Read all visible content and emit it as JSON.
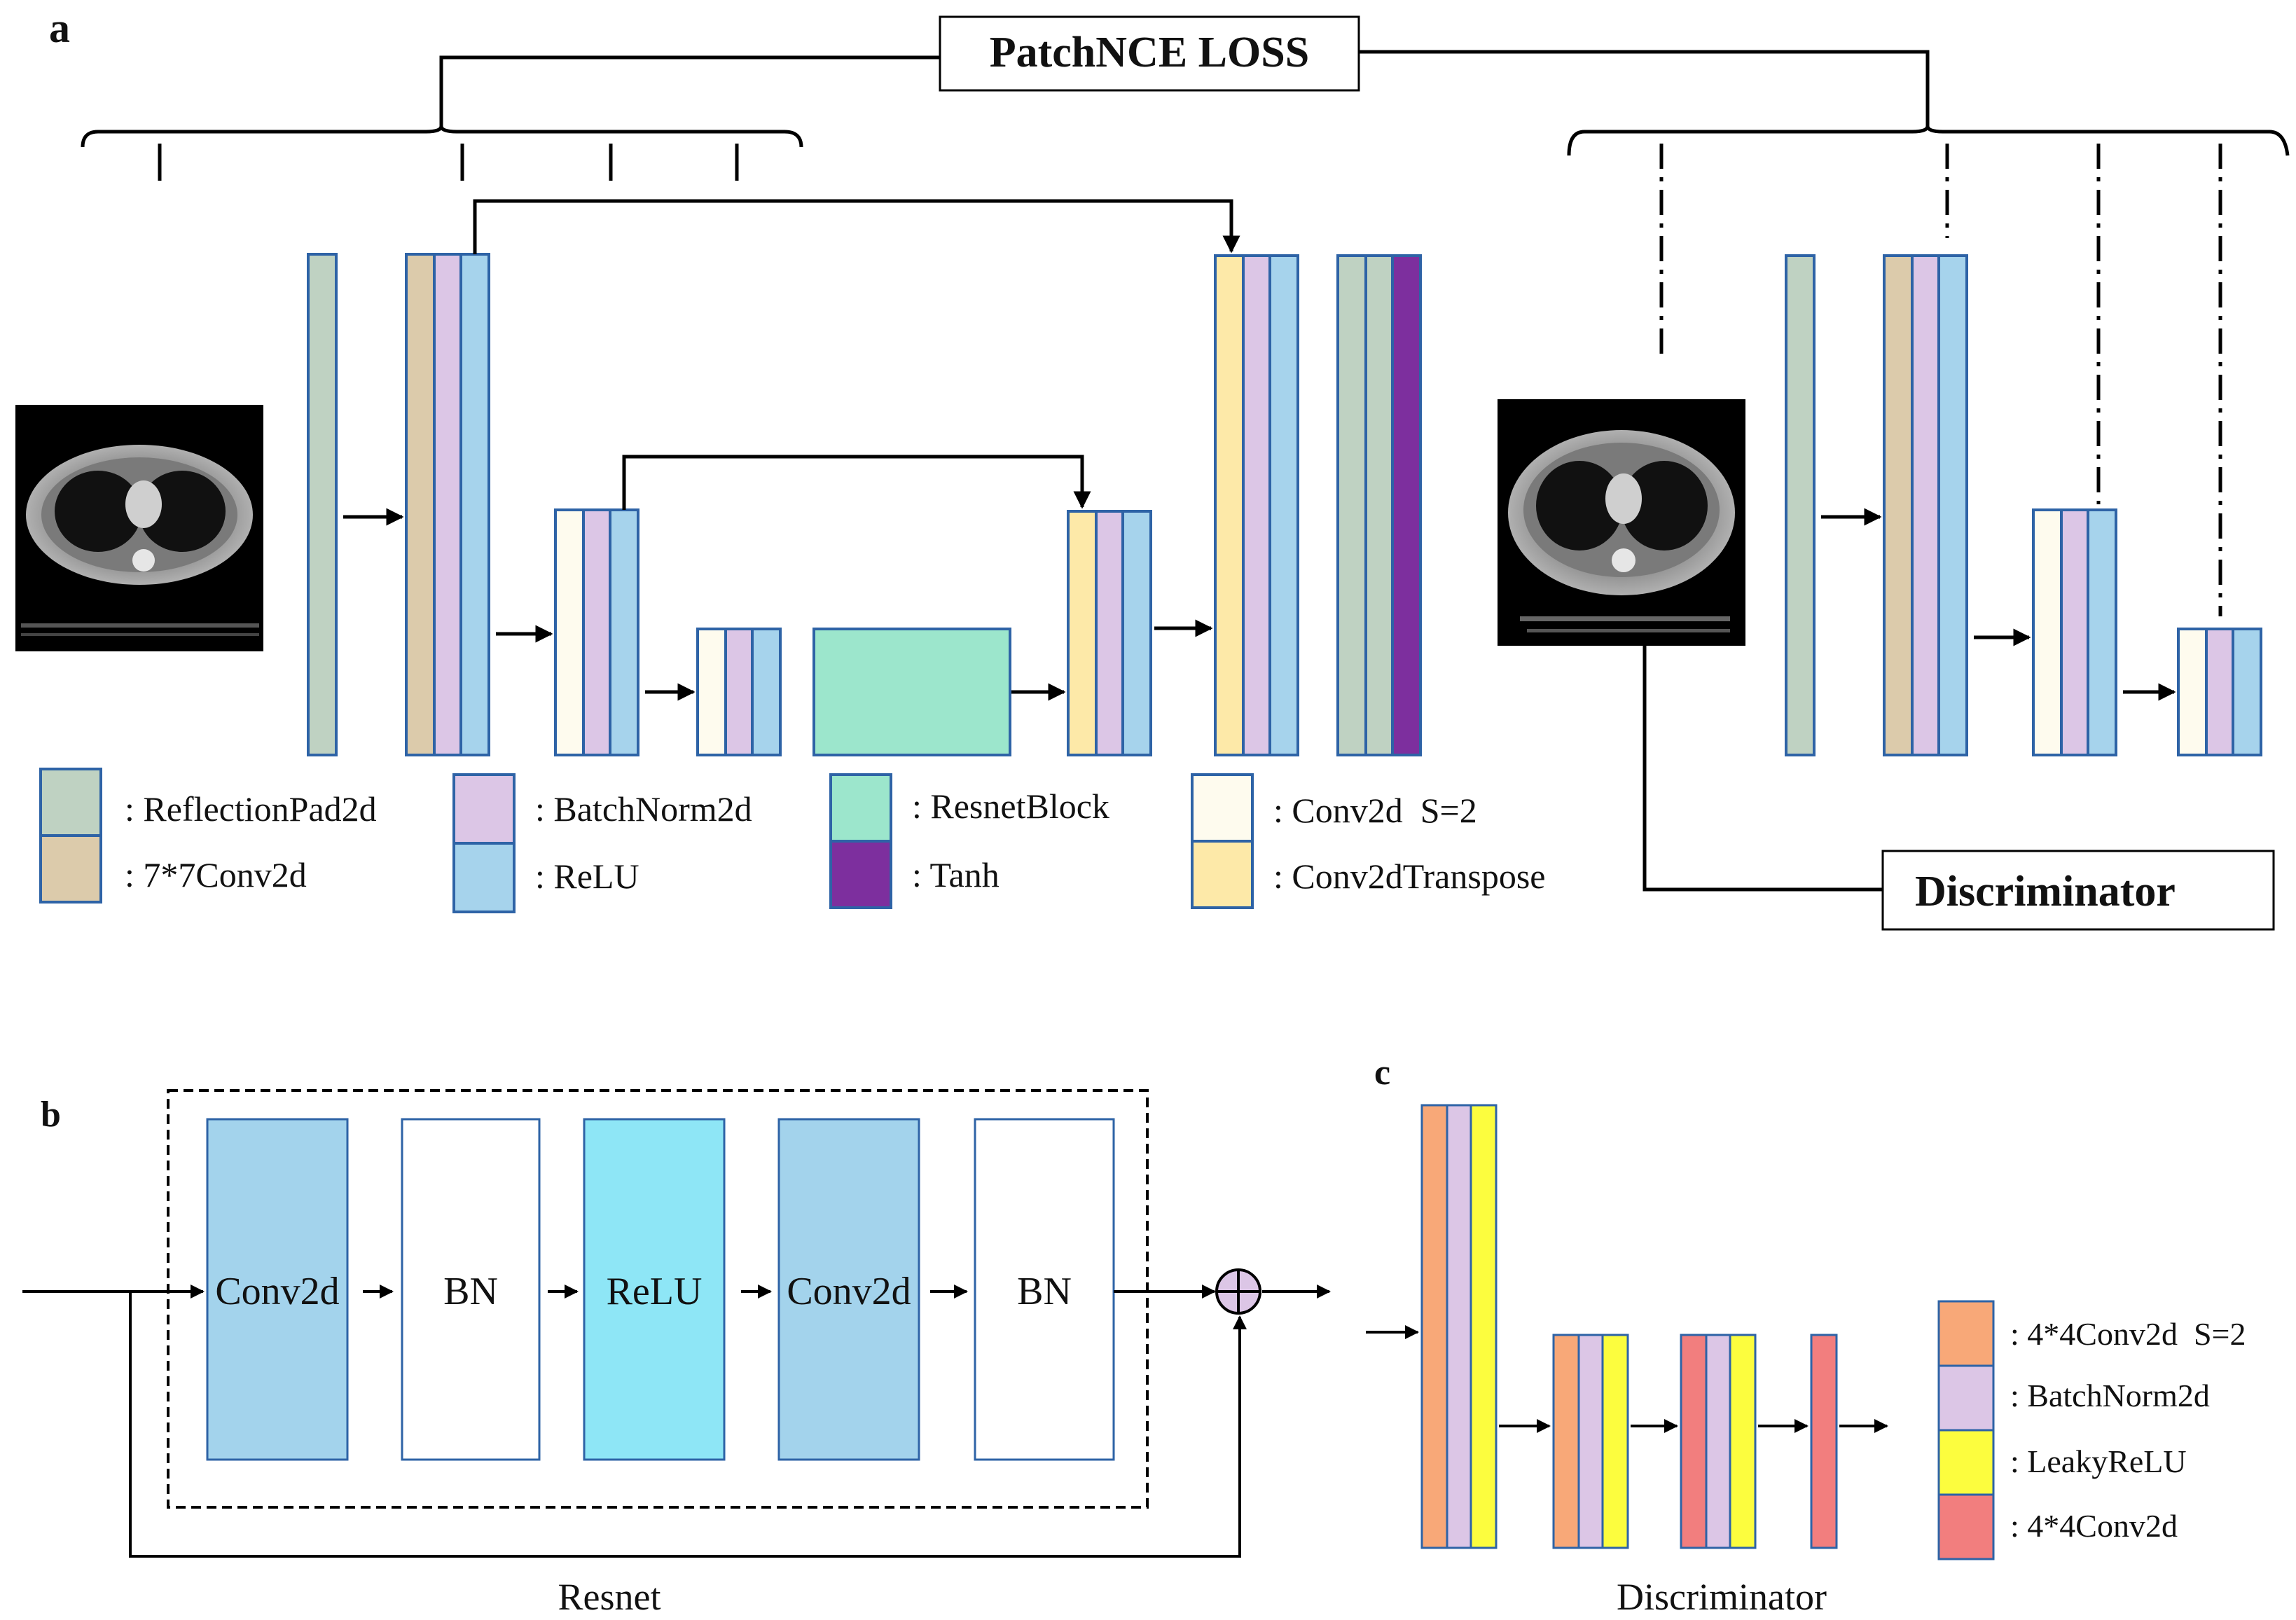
{
  "panel_a": {
    "label": "a",
    "loss_title": "PatchNCE LOSS",
    "discriminator_box": "Discriminator",
    "legend": {
      "reflection_pad": ": ReflectionPad2d",
      "conv7": ": 7*7Conv2d",
      "batchnorm": ": BatchNorm2d",
      "relu": ": ReLU",
      "resnet_block": ": ResnetBlock",
      "tanh": ": Tanh",
      "conv2d_s2": ": Conv2d  S=2",
      "conv2d_transpose": ": Conv2dTranspose"
    }
  },
  "panel_b": {
    "label": "b",
    "blocks": [
      "Conv2d",
      "BN",
      "ReLU",
      "Conv2d",
      "BN"
    ],
    "caption": "Resnet"
  },
  "panel_c": {
    "label": "c",
    "caption": "Discriminator",
    "legend": {
      "conv4_s2": ": 4*4Conv2d  S=2",
      "batchnorm": ": BatchNorm2d",
      "leaky_relu": ": LeakyReLU",
      "conv4": ": 4*4Conv2d"
    }
  },
  "colors": {
    "reflection_pad": "#bfd2c2",
    "conv7": "#dccbab",
    "batchnorm": "#dcc6e6",
    "relu": "#a6d3ec",
    "resnet_block": "#9ce6cc",
    "tanh": "#7d2f9e",
    "conv2d_s2": "#fefbee",
    "conv2d_transpose": "#fde9a8",
    "resnet_conv": "#a3d3ec",
    "resnet_relu": "#8ee6f6",
    "disc_conv_s2": "#f8a878",
    "disc_leaky": "#fcfd3e",
    "disc_conv": "#f27e7e",
    "border": "#2e63a6"
  }
}
